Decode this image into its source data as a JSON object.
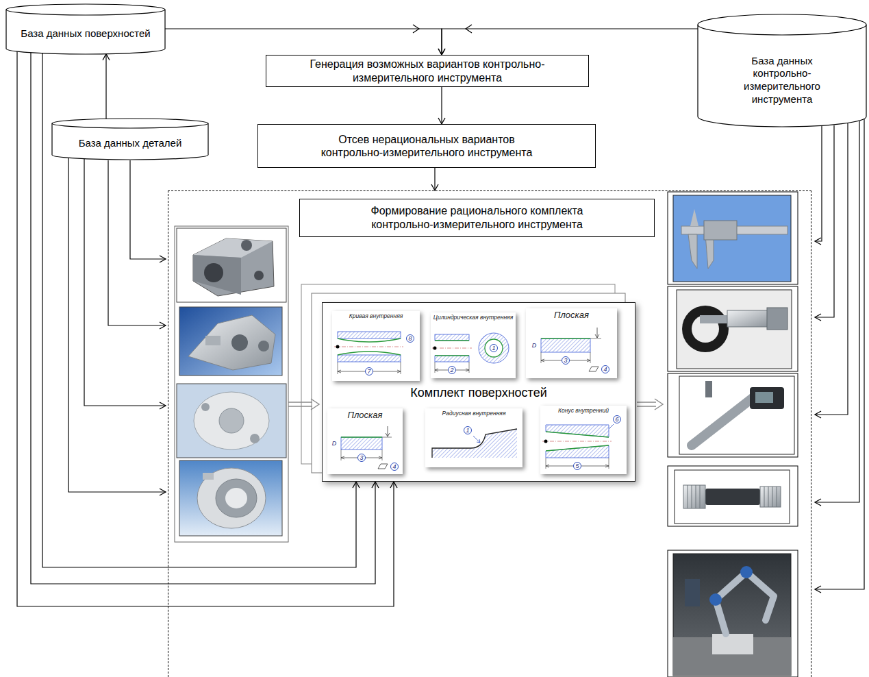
{
  "diagram": {
    "nodes": [
      {
        "text": [
          "База данных поверхностей"
        ]
      },
      {
        "text": [
          "Генерация возможных вариантов контрольно-измерительного инструмента"
        ]
      },
      {
        "text": [
          "База данных контрольно-измерительного инструмента"
        ]
      },
      {
        "text": [
          "База данных деталей"
        ]
      },
      {
        "text": [
          "Отсев нерациональных вариантов контрольно-измерительного инструмента"
        ]
      },
      {
        "text": [
          "Формирование рационального комплекта контрольно-измерительного инструмента"
        ]
      },
      {
        "text": [
          "Комплект поверхностей"
        ],
        "in": 5
      },
      {
        "text": [
          "Кривая внутренняя"
        ],
        "in": 6
      },
      {
        "text": [
          "Цилиндрическая внутренняя"
        ],
        "in": 6
      },
      {
        "text": [
          "Плоская"
        ],
        "in": 6
      },
      {
        "text": [
          "Плоская"
        ],
        "in": 6
      },
      {
        "text": [
          "Радиусная внутренняя"
        ],
        "in": 6
      },
      {
        "text": [
          "Конус внутренний"
        ],
        "in": 6
      }
    ],
    "edges": [
      {
        "from": 0,
        "to": 1,
        "arrow": "to"
      },
      {
        "from": 2,
        "to": 1,
        "arrow": "to"
      },
      {
        "from": 1,
        "to": 4,
        "arrow": "to"
      },
      {
        "from": 4,
        "to": 5,
        "arrow": "to"
      },
      {
        "from": 3,
        "to": 0,
        "arrow": "to"
      },
      {
        "from": 0,
        "to": 6,
        "arrow": "to"
      },
      {
        "from": 0,
        "to": 6,
        "arrow": "to"
      },
      {
        "from": 0,
        "to": 6,
        "arrow": "to"
      }
    ],
    "labels": [
      "8",
      "7",
      "2",
      "1",
      "D",
      "3",
      "4",
      "D",
      "3",
      "4",
      "1",
      "6",
      "5"
    ]
  }
}
